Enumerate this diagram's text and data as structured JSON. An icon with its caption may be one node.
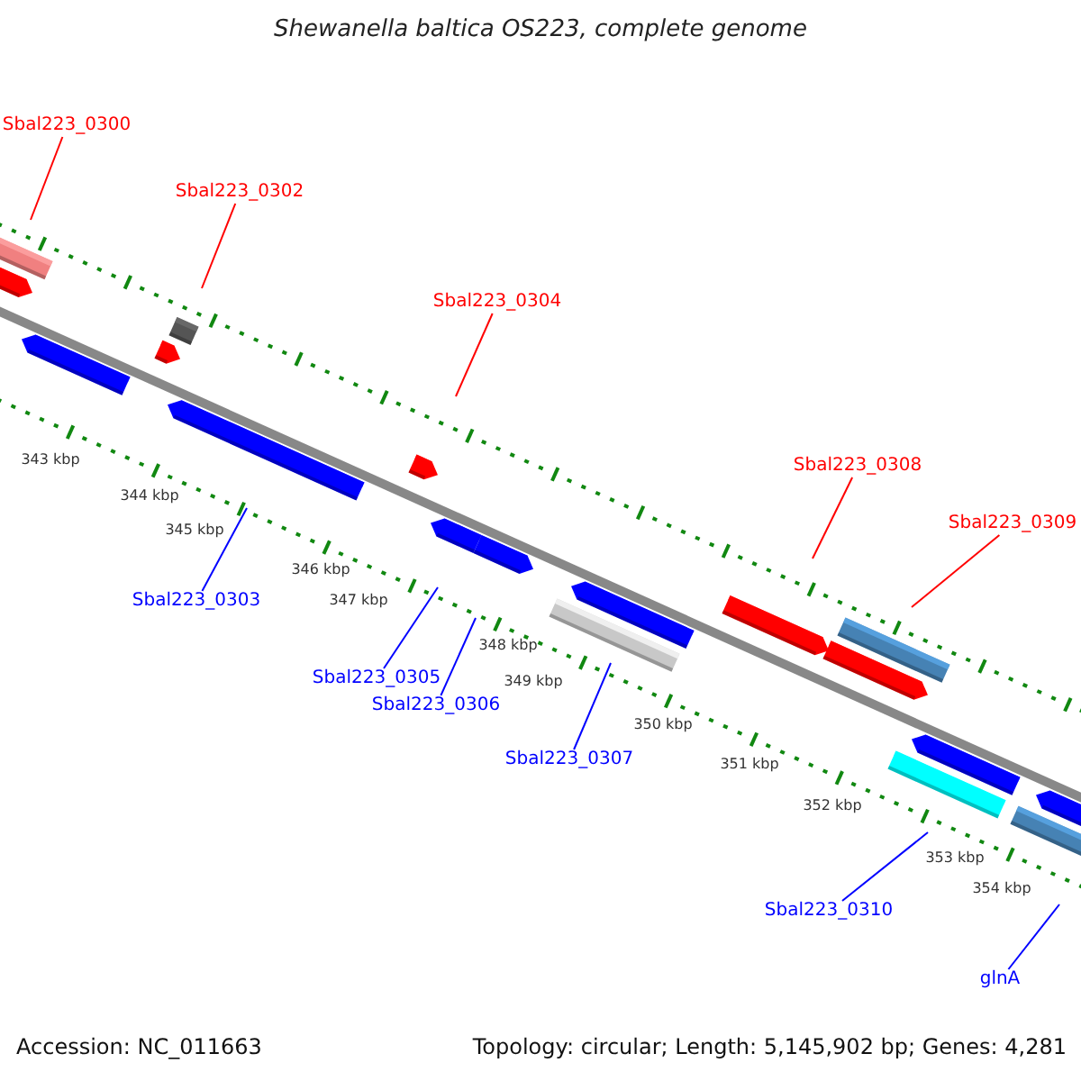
{
  "diagram": {
    "title": "Shewanella baltica OS223, complete genome",
    "nodes": [
      {
        "text": [
          "Sbal223_0300"
        ]
      },
      {
        "text": [
          "Sbal223_0302"
        ]
      },
      {
        "text": [
          "Sbal223_0304"
        ]
      },
      {
        "text": [
          "Sbal223_0308"
        ]
      },
      {
        "text": [
          "Sbal223_0309"
        ]
      },
      {
        "text": [
          "Sbal223_0303"
        ]
      },
      {
        "text": [
          "Sbal223_0305"
        ]
      },
      {
        "text": [
          "Sbal223_0306"
        ]
      },
      {
        "text": [
          "Sbal223_0307"
        ]
      },
      {
        "text": [
          "Sbal223_0310"
        ]
      },
      {
        "text": [
          "glnA"
        ]
      }
    ],
    "edges": [
      {
        "from": 0,
        "to": null,
        "arrow": "none",
        "color": "#ff0000"
      },
      {
        "from": 1,
        "to": null,
        "arrow": "none",
        "color": "#ff0000"
      },
      {
        "from": 2,
        "to": null,
        "arrow": "none",
        "color": "#ff0000"
      },
      {
        "from": 3,
        "to": null,
        "arrow": "none",
        "color": "#ff0000"
      },
      {
        "from": 4,
        "to": null,
        "arrow": "none",
        "color": "#ff0000"
      },
      {
        "from": 5,
        "to": null,
        "arrow": "none"
      },
      {
        "from": 6,
        "to": null,
        "arrow": "none"
      },
      {
        "from": 7,
        "to": null,
        "arrow": "none"
      },
      {
        "from": 8,
        "to": null,
        "arrow": "none"
      },
      {
        "from": 9,
        "to": null,
        "arrow": "none"
      },
      {
        "from": 10,
        "to": null,
        "arrow": "none"
      }
    ],
    "labels": [
      "343 kbp",
      "344 kbp",
      "345 kbp",
      "346 kbp",
      "347 kbp",
      "348 kbp",
      "349 kbp",
      "350 kbp",
      "351 kbp",
      "352 kbp",
      "353 kbp",
      "354 kbp",
      "Accession: NC_011663",
      "Topology: circular; Length: 5,145,902 bp; Genes: 4,281"
    ]
  }
}
